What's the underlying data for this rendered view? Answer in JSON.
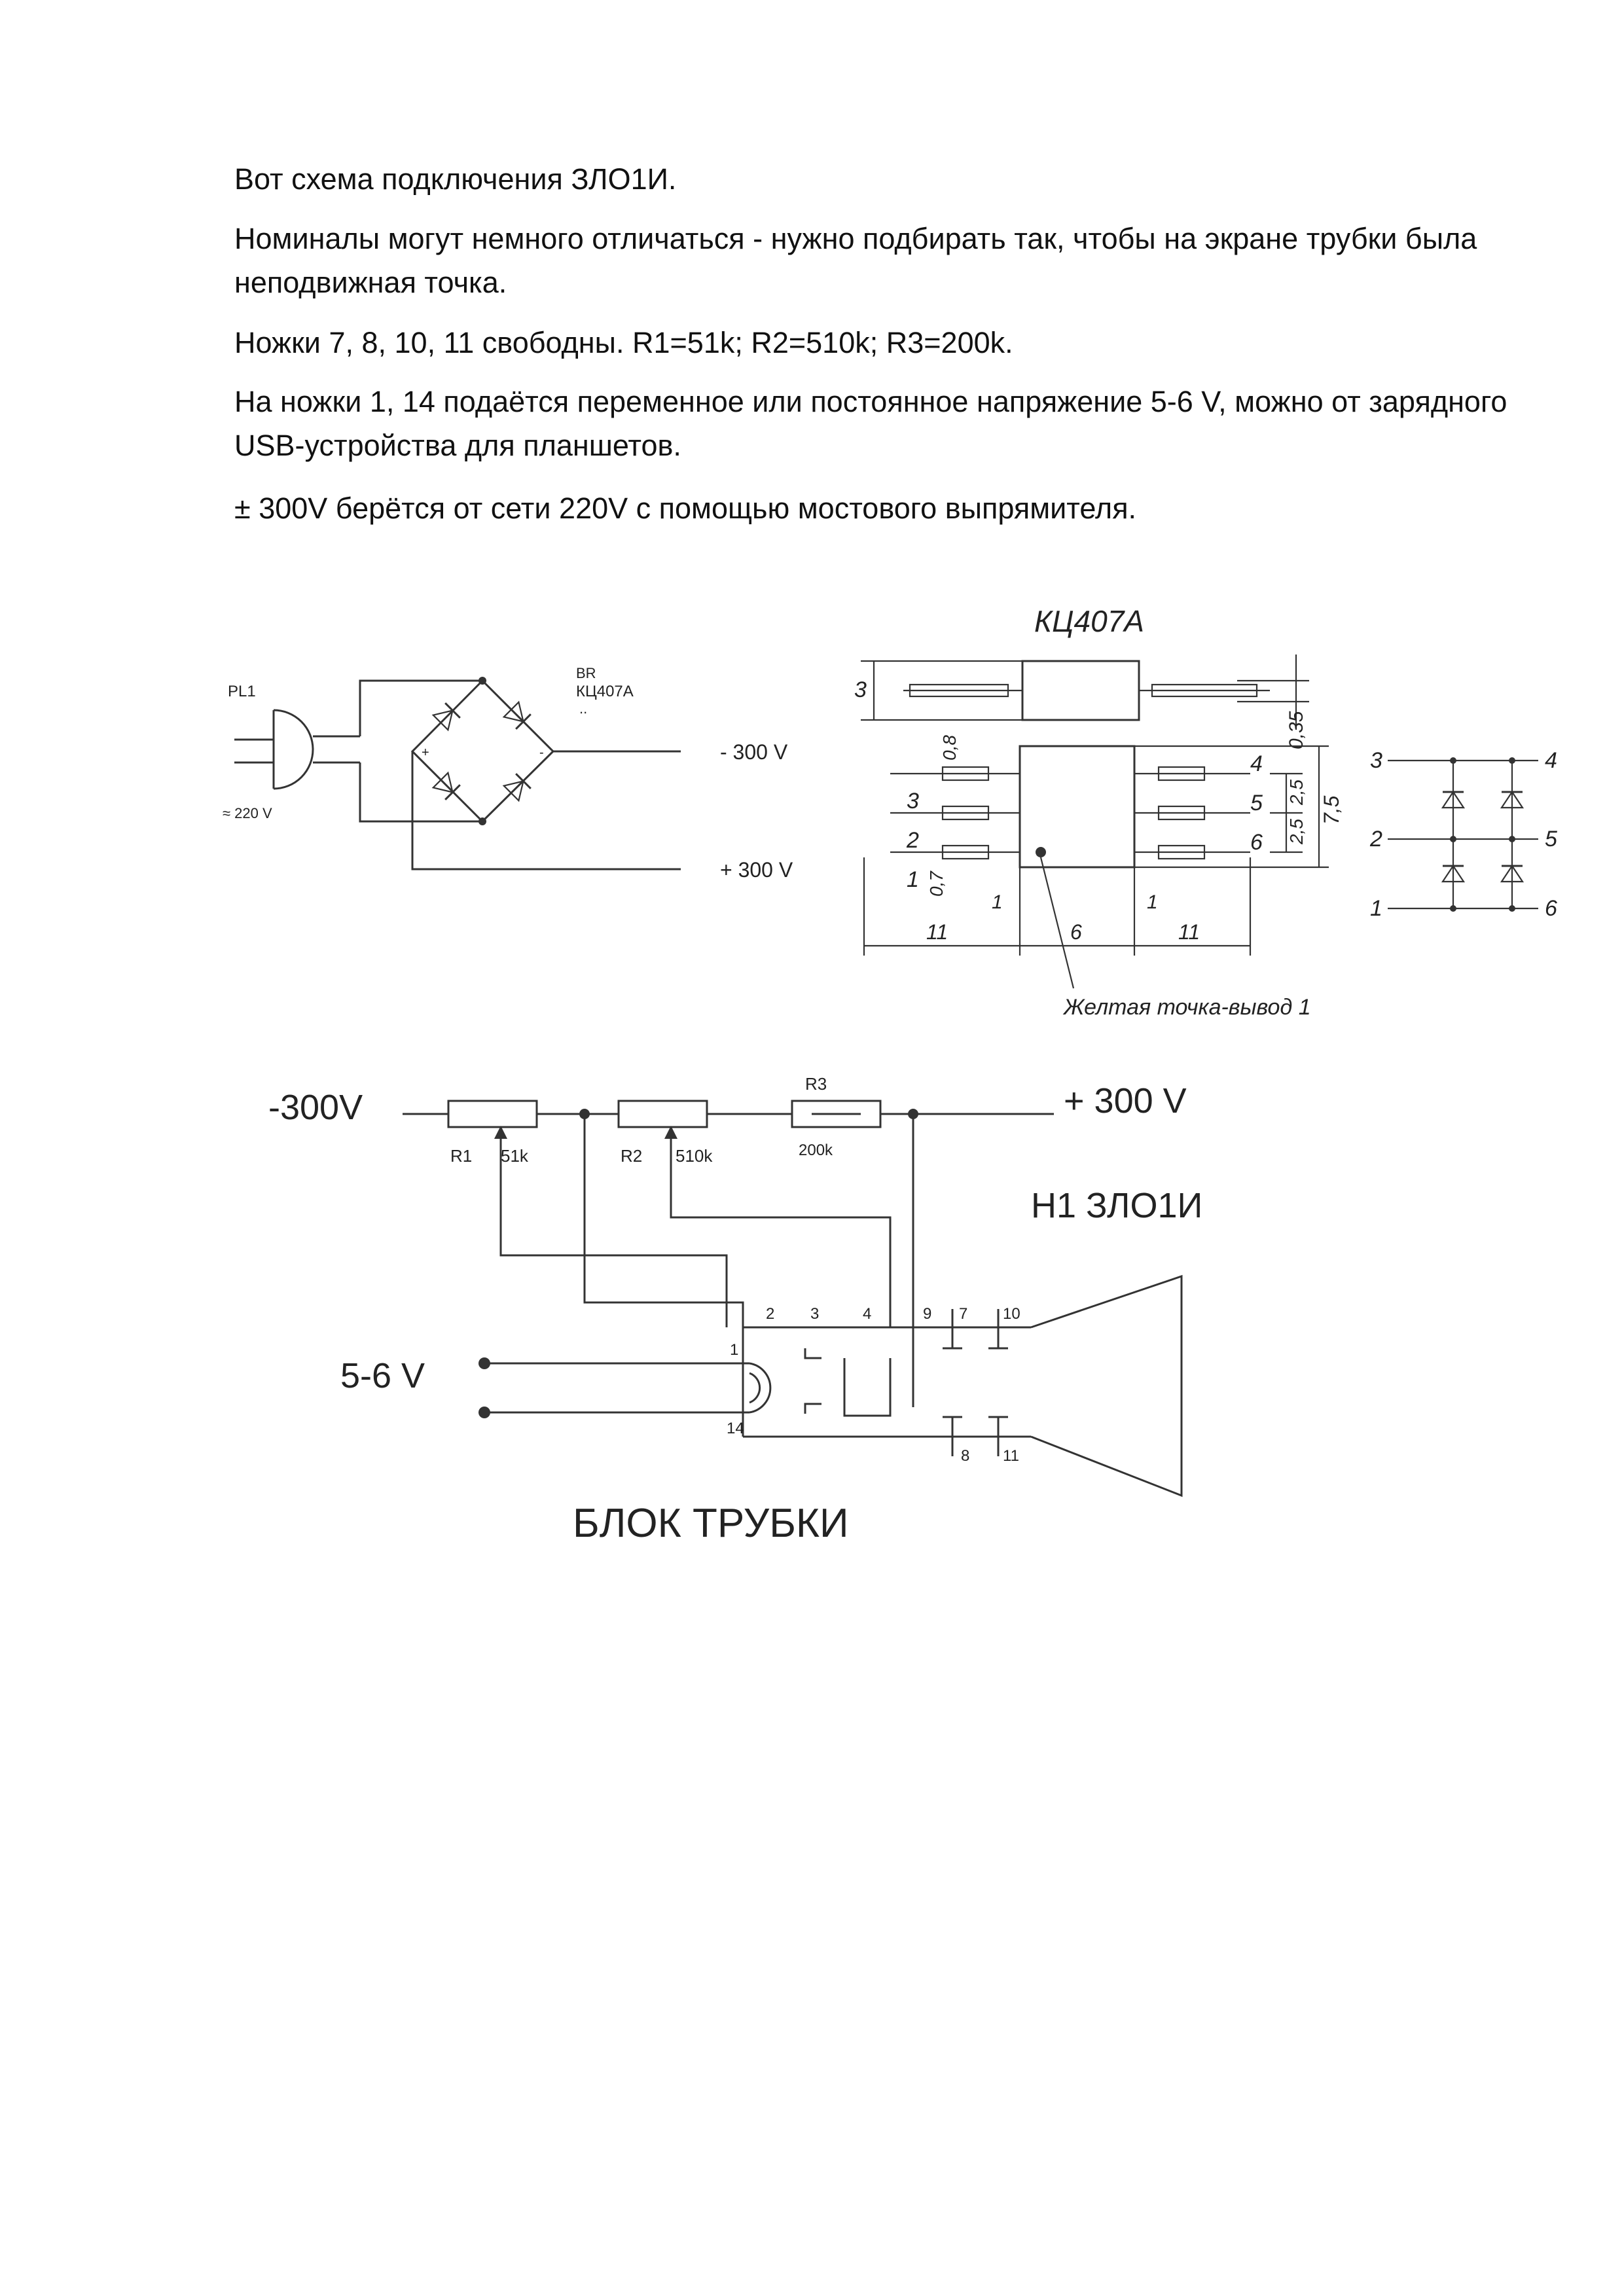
{
  "paragraphs": [
    "Вот схема подключения ЗЛО1И.",
    "Номиналы могут немного отличаться - нужно подбирать так, чтобы на экране трубки была неподвижная точка.",
    "Ножки 7, 8, 10, 11 свободны. R1=51k; R2=510k; R3=200k.",
    "На ножки 1, 14 подаётся переменное или постоянное напряжение 5-6 V, можно от зарядного USB-устройства для планшетов.",
    "± 300V берётся от сети 220V с помощью мостового выпрямителя."
  ],
  "rectifier": {
    "plug_ref": "PL1",
    "mains_label": "≈ 220 V",
    "bridge_ref": "BR",
    "bridge_part": "КЦ407А",
    "bridge_dots": "..",
    "plus_mark": "+",
    "minus_mark": "-",
    "minus_out": "- 300 V",
    "plus_out": "+ 300 V"
  },
  "package": {
    "title": "КЦ407А",
    "dim_height_side": "3",
    "dim_035": "0,35",
    "dim_08": "0,8",
    "dim_07": "0,7",
    "dim_25_a": "2,5",
    "dim_25_b": "2,5",
    "dim_75": "7,5",
    "dim_11_left": "11",
    "dim_6": "6",
    "dim_11_right": "11",
    "dim_1_left": "1",
    "dim_1_right": "1",
    "pins_left": [
      "3",
      "2",
      "1"
    ],
    "pins_right": [
      "4",
      "5",
      "6"
    ],
    "schematic_left": [
      "3",
      "2",
      "1"
    ],
    "schematic_right": [
      "4",
      "5",
      "6"
    ],
    "note": "Желтая точка-вывод 1"
  },
  "crt": {
    "minus_label": "-300V",
    "plus_label": "+ 300 V",
    "r1_ref": "R1",
    "r1_val": "51k",
    "r2_ref": "R2",
    "r2_val": "510k",
    "r3_ref": "R3",
    "r3_val": "200k",
    "tube_label": "H1 ЗЛО1И",
    "supply_label": "5-6 V",
    "pins": [
      "1",
      "2",
      "3",
      "4",
      "9",
      "7",
      "10",
      "14",
      "8",
      "11"
    ],
    "block_label": "БЛОК ТРУБКИ"
  }
}
